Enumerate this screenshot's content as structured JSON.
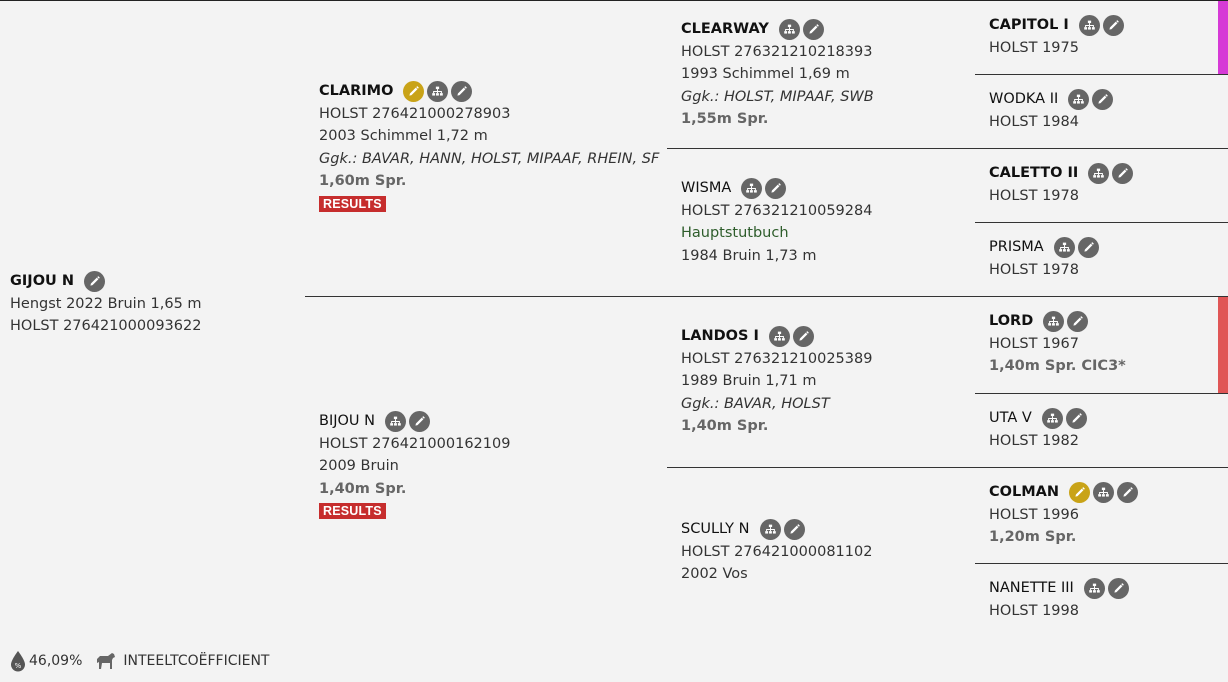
{
  "subject": {
    "name": "GIJOU N",
    "info": "Hengst 2022 Bruin 1,65 m",
    "reg": "HOLST 276421000093622"
  },
  "parents": {
    "sire": {
      "name": "CLARIMO",
      "reg": "HOLST 276421000278903",
      "info": "2003 Schimmel 1,72 m",
      "ggk": "Ggk.: BAVAR, HANN, HOLST, MIPAAF, RHEIN, SF",
      "spr": "1,60m Spr.",
      "results": "RESULTS"
    },
    "dam": {
      "name": "BIJOU N",
      "reg": "HOLST 276421000162109",
      "info": "2009 Bruin",
      "spr": "1,40m Spr.",
      "results": "RESULTS"
    }
  },
  "grandparents": {
    "ss": {
      "name": "CLEARWAY",
      "reg": "HOLST 276321210218393",
      "info": "1993 Schimmel 1,69 m",
      "ggk": "Ggk.: HOLST, MIPAAF, SWB",
      "spr": "1,55m Spr."
    },
    "sd": {
      "name": "WISMA",
      "reg": "HOLST 276321210059284",
      "book": "Hauptstutbuch",
      "info": "1984 Bruin 1,73 m"
    },
    "ds": {
      "name": "LANDOS I",
      "reg": "HOLST 276321210025389",
      "info": "1989 Bruin 1,71 m",
      "ggk": "Ggk.: BAVAR, HOLST",
      "spr": "1,40m Spr."
    },
    "dd": {
      "name": "SCULLY N",
      "reg": "HOLST 276421000081102",
      "info": "2002 Vos"
    }
  },
  "great_grandparents": {
    "capitol": {
      "name": "CAPITOL I",
      "reg": "HOLST 1975"
    },
    "wodka": {
      "name": "WODKA II",
      "reg": "HOLST 1984"
    },
    "caletto": {
      "name": "CALETTO II",
      "reg": "HOLST 1978"
    },
    "prisma": {
      "name": "PRISMA",
      "reg": "HOLST 1978"
    },
    "lord": {
      "name": "LORD",
      "reg": "HOLST 1967",
      "spr": "1,40m Spr. CIC3*"
    },
    "uta": {
      "name": "UTA V",
      "reg": "HOLST 1982"
    },
    "colman": {
      "name": "COLMAN",
      "reg": "HOLST 1996",
      "spr": "1,20m Spr."
    },
    "nanette": {
      "name": "NANETTE III",
      "reg": "HOLST 1998"
    }
  },
  "footer": {
    "percentage": "46,09%",
    "coefficient_label": "INTEELTCOËFFICIENT"
  },
  "icons": {
    "pedigree": "pedigree-tree-icon",
    "edit": "pencil-icon",
    "gold": "gold-pencil-icon"
  },
  "colors": {
    "capitol_accent": "#d63ad6",
    "lord_accent": "#e05656",
    "results_red": "#c62d2d",
    "gold_icon": "#c9a317",
    "icon_gray": "#666666"
  }
}
